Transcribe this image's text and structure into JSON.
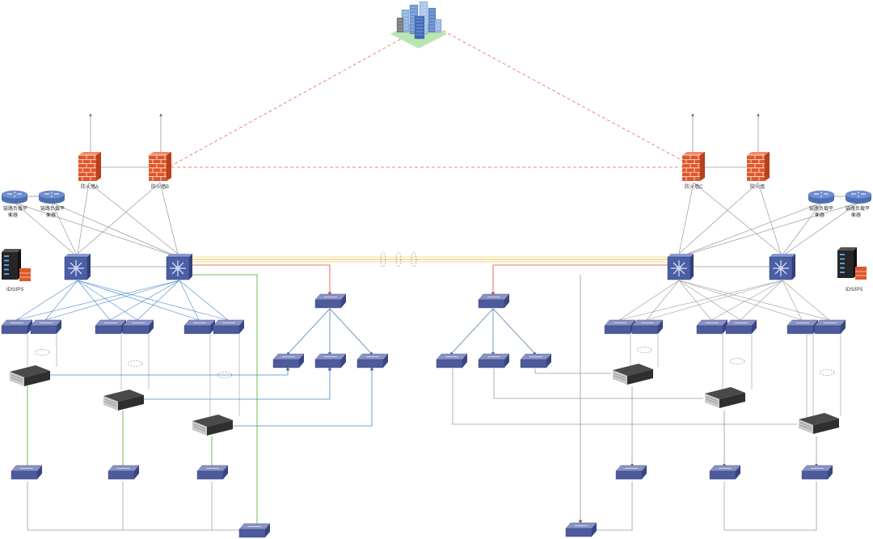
{
  "colors": {
    "switch_top": "#8a93c4",
    "switch_front": "#4d5a9c",
    "core_face": "#4b5fa6",
    "firewall_brick": "#e0572a",
    "router_body": "#6f8fcf",
    "server_body": "#2f2f2f",
    "line_gray": "#9a9a9a",
    "line_blue": "#4a86c8",
    "line_green": "#6cbf4a",
    "line_red": "#e04a35",
    "line_orange": "#f39a3a",
    "line_yellow": "#e8d44a",
    "dashed_red": "#e86a55"
  },
  "labels": {
    "firewall_a": "防火墙A",
    "firewall_b": "防火墙B",
    "firewall_c": "防火墙C",
    "firewall_d": "防火墙",
    "lb_line1": "链路负载平",
    "lb_line2": "衡器",
    "ids_left": "IDS/IPS",
    "ids_right": "IDS/IPS"
  },
  "icons": [
    "city-buildings-icon",
    "firewall-icon",
    "router-icon",
    "core-switch-icon",
    "access-switch-icon",
    "server-icon",
    "ids-server-icon"
  ]
}
